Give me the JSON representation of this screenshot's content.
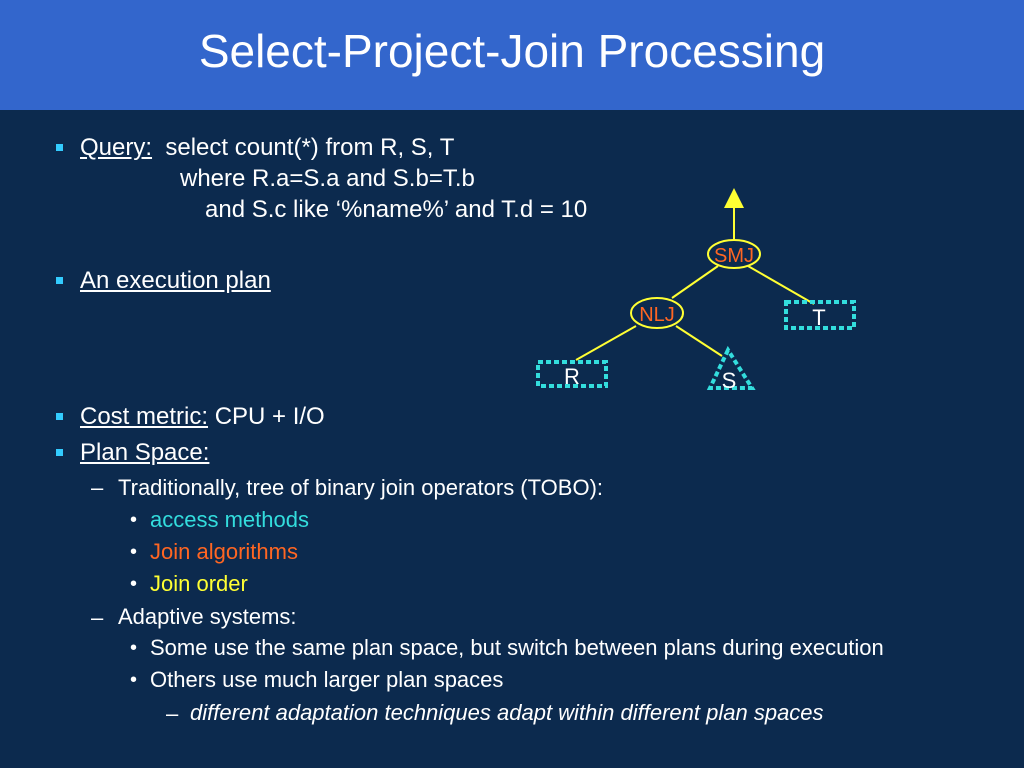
{
  "slide": {
    "title": "Select-Project-Join Processing",
    "colors": {
      "header_bg": "#3366cc",
      "body_bg": "#0c2a4e",
      "bullet": "#33ccff",
      "access_methods": "#33dddd",
      "join_algorithms": "#ff6622",
      "join_order": "#ffff33",
      "edge": "#ffff33",
      "leaf_box": "#33dddd"
    }
  },
  "query": {
    "label": "Query:",
    "line1": "select count(*) from R, S, T",
    "line2": "where R.a=S.a and S.b=T.b",
    "line3": "and S.c like ‘%name%’ and T.d = 10"
  },
  "plan": {
    "label": "An execution plan"
  },
  "tree": {
    "root": "SMJ",
    "join": "NLJ",
    "leaves": [
      "R",
      "S",
      "T"
    ]
  },
  "cost": {
    "label": "Cost metric:",
    "value": "CPU + I/O"
  },
  "space": {
    "label": "Plan Space:",
    "traditional": "Traditionally, tree of binary join operators (TOBO):",
    "items": [
      "access methods",
      "Join algorithms",
      "Join order"
    ],
    "adaptive": "Adaptive systems:",
    "adaptive_items": [
      "Some use the same plan space, but switch between plans during execution",
      "Others use much larger plan spaces"
    ],
    "adaptive_sub": "different adaptation techniques adapt within different plan spaces"
  }
}
